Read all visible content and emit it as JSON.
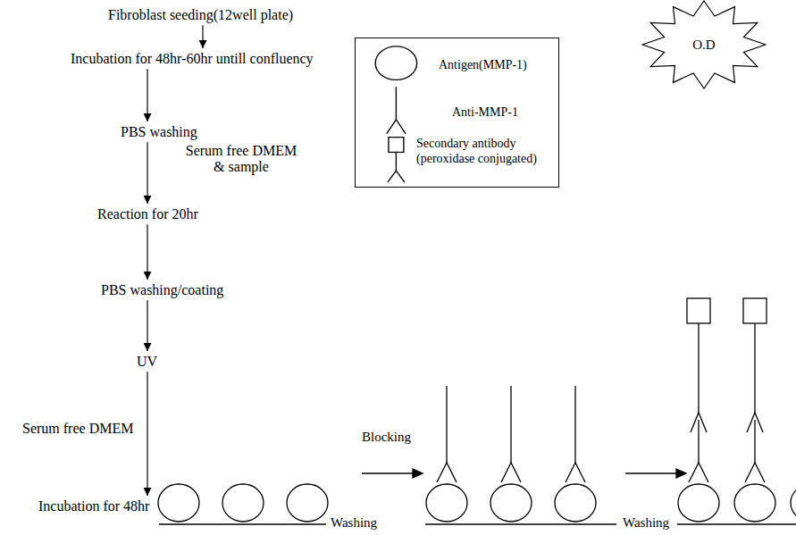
{
  "diagram": {
    "nodes": [
      {
        "text": [
          "Fibroblast seeding(12well plate)"
        ]
      },
      {
        "text": [
          "Incubation for 48hr-60hr untill confluency"
        ]
      },
      {
        "text": [
          "PBS washing"
        ]
      },
      {
        "text": [
          "Reaction for 20hr"
        ]
      },
      {
        "text": [
          "PBS washing/coating"
        ]
      },
      {
        "text": [
          "UV"
        ]
      },
      {
        "text": [
          "Incubation for 48hr"
        ]
      },
      {
        "text": [
          "O.D"
        ]
      }
    ],
    "edges": [
      {
        "from": 0,
        "to": 1,
        "arrow": "to"
      },
      {
        "from": 1,
        "to": 2,
        "arrow": "to"
      },
      {
        "from": 2,
        "to": 3,
        "arrow": "to",
        "label": "Serum free DMEM & sample"
      },
      {
        "from": 3,
        "to": 4,
        "arrow": "to"
      },
      {
        "from": 4,
        "to": 5,
        "arrow": "to"
      },
      {
        "from": 5,
        "to": 6,
        "arrow": "to",
        "label": "Serum free DMEM"
      }
    ],
    "labels": [
      "Blocking",
      "Washing",
      "Washing"
    ],
    "legend": [
      {
        "text": "Antigen(MMP-1)"
      },
      {
        "text": "Anti-MMP-1"
      },
      {
        "text": "Secondary antibody (peroxidase conjugated)"
      }
    ]
  }
}
